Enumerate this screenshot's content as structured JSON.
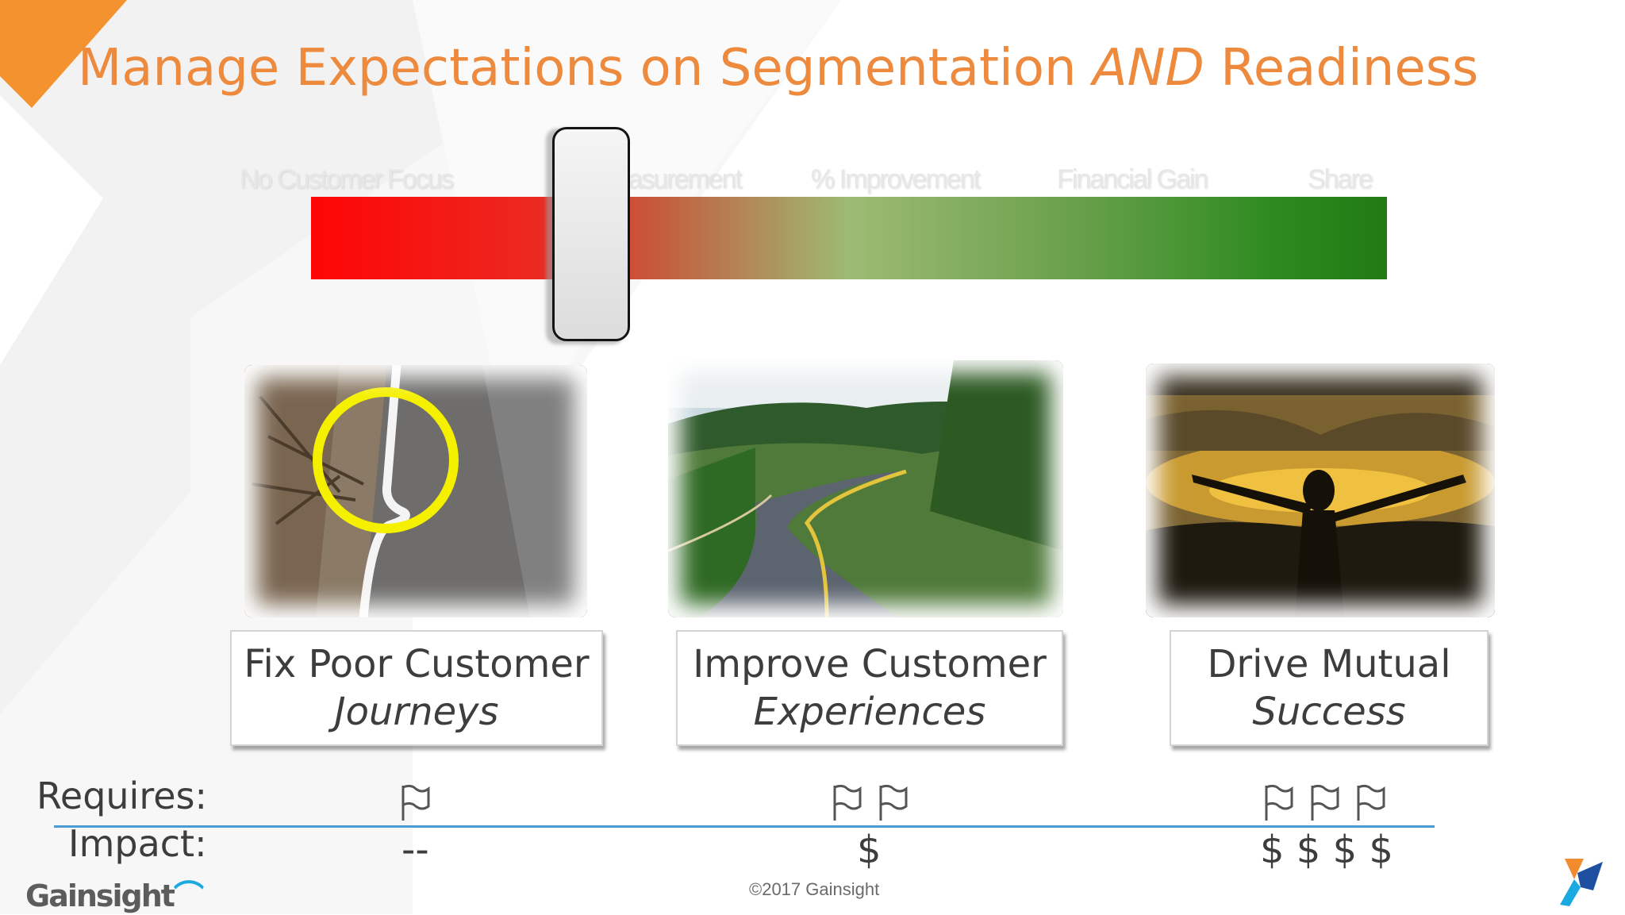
{
  "slide": {
    "title": {
      "part1": "Manage Expectations on Segmentation ",
      "emphasis": "AND",
      "part2": " Readiness"
    },
    "scale_labels": [
      "No Customer Focus",
      "Measurement",
      "% Improvement",
      "Financial Gain",
      "Share"
    ],
    "slider": {
      "position_label": "Measurement"
    },
    "photos": [
      {
        "icon": "road-edge-photo"
      },
      {
        "icon": "winding-road-photo"
      },
      {
        "icon": "sunset-person-photo"
      }
    ],
    "cards": [
      {
        "line1": "Fix Poor Customer",
        "line2": "Journeys"
      },
      {
        "line1": "Improve Customer",
        "line2": "Experiences"
      },
      {
        "line1": "Drive Mutual",
        "line2": "Success"
      }
    ],
    "requires_label": "Requires:",
    "impact_label": "Impact:",
    "requires_flags": [
      1,
      2,
      3
    ],
    "impact_values": [
      "--",
      "$",
      "$ $ $ $"
    ],
    "logo_text": "Gainsight",
    "footer": "©2017 Gainsight",
    "colors": {
      "title": "#ed8a3e",
      "bar_start": "#ff0505",
      "bar_end": "#227a14",
      "divider": "#4a9ad4",
      "highlight_circle": "#f5f000"
    }
  }
}
